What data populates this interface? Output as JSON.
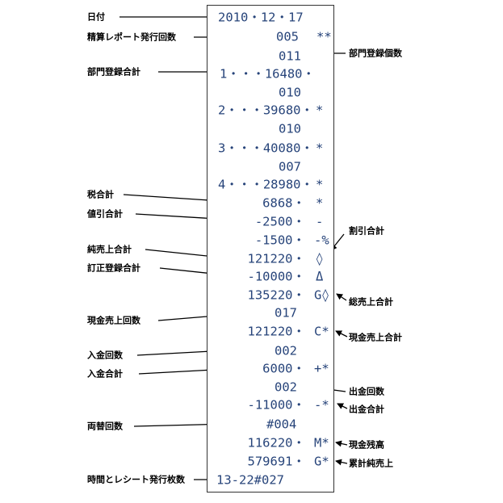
{
  "receipt": {
    "date": "2010・12・17",
    "report_count": "005",
    "report_mark": "**",
    "dept_count": "011",
    "dept1": "1・・・16480・",
    "count1": "010",
    "dept2": "2・・・39680・",
    "mark2": "*",
    "count2": "010",
    "dept3": "3・・・40080・",
    "mark3": "*",
    "count3": "007",
    "dept4": "4・・・28980・",
    "mark4": "*",
    "tax": "6868・",
    "tax_mark": "*",
    "discount": "-2500・",
    "discount_mark": "-",
    "pct_discount": "-1500・",
    "pct_mark": "-%",
    "net_sales": "121220・",
    "net_mark": "◊",
    "correction": "-10000・",
    "correction_mark": "Δ",
    "gross_sales": "135220・",
    "gross_mark": "G◊",
    "cash_count": "017",
    "cash_sales": "121220・",
    "cash_mark": "C*",
    "deposit_count": "002",
    "deposit_total": "6000・",
    "deposit_mark": "+*",
    "withdraw_count": "002",
    "withdraw_total": "-11000・",
    "withdraw_mark": "-*",
    "exchange_count": "#004",
    "cash_balance": "116220・",
    "balance_mark": "M*",
    "cumulative": "579691・",
    "cumulative_mark": "G*",
    "time_sheets": "13-22#027"
  },
  "labels": {
    "date": "日付",
    "report_count": "精算レポート発行回数",
    "dept_count": "部門登録個数",
    "dept_total": "部門登録合計",
    "tax_total": "税合計",
    "discount_total": "値引合計",
    "pct_discount": "割引合計",
    "net_sales": "純売上合計",
    "correction": "訂正登録合計",
    "gross_sales": "総売上合計",
    "cash_count": "現金売上回数",
    "cash_sales": "現金売上合計",
    "deposit_count": "入金回数",
    "deposit_total": "入金合計",
    "withdraw_count": "出金回数",
    "withdraw_total": "出金合計",
    "exchange_count": "両替回数",
    "cash_balance": "現金残高",
    "cumulative": "累計純売上",
    "time_sheets": "時間とレシート発行枚数"
  }
}
